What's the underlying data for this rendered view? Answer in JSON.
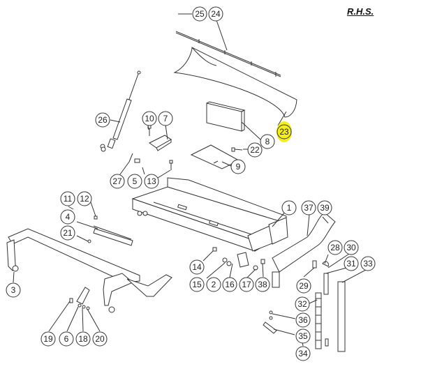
{
  "sheet": {
    "side_label": "R.H.S."
  },
  "highlight_color": "#f5ee1e",
  "callouts": {
    "c25": "25",
    "c24": "24",
    "c23": "23",
    "c26": "26",
    "c10": "10",
    "c7": "7",
    "c8": "8",
    "c22": "22",
    "c9": "9",
    "c27": "27",
    "c5": "5",
    "c13": "13",
    "c11": "11",
    "c12": "12",
    "c4": "4",
    "c21": "21",
    "c1": "1",
    "c37": "37",
    "c39": "39",
    "c3": "3",
    "c14": "14",
    "c15": "15",
    "c2": "2",
    "c16": "16",
    "c17": "17",
    "c38": "38",
    "c28": "28",
    "c30": "30",
    "c29": "29",
    "c31": "31",
    "c33": "33",
    "c32": "32",
    "c36": "36",
    "c35": "35",
    "c34": "34",
    "c19": "19",
    "c6": "6",
    "c18": "18",
    "c20": "20"
  }
}
